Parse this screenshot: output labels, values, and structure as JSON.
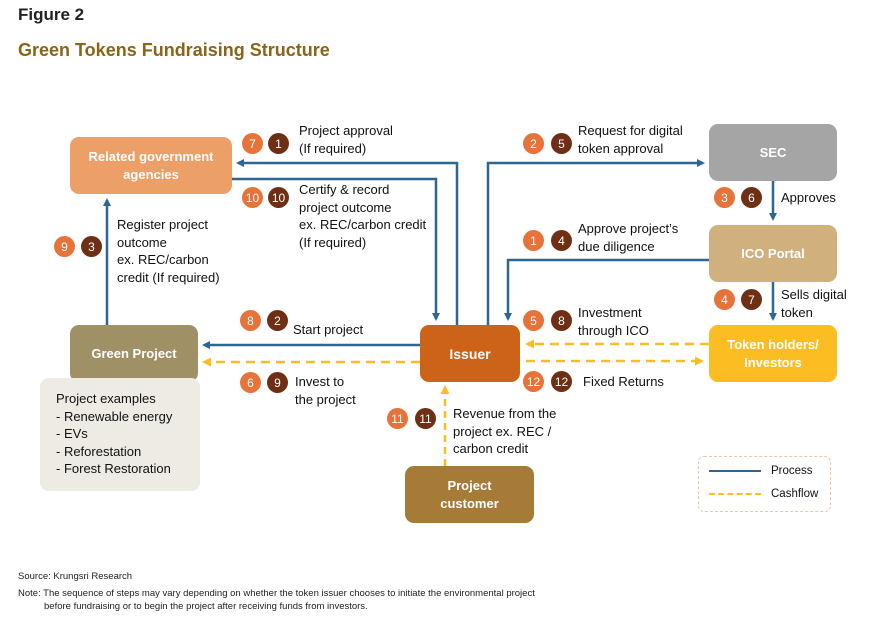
{
  "figure_label": "Figure 2",
  "title": "Green Tokens Fundraising Structure",
  "colors": {
    "process": "#2f6690",
    "cashflow": "#fbbd21",
    "badge_primary": "#e5733a",
    "badge_secondary": "#6e2f15",
    "title": "#8a6417"
  },
  "nodes": {
    "gov": "Related government agencies",
    "sec": "SEC",
    "ico": "ICO Portal",
    "token_holders": "Token holders/ Investors",
    "green_project": "Green Project",
    "issuer": "Issuer",
    "customer": "Project customer"
  },
  "project_examples": {
    "heading": "Project examples",
    "items": [
      "- Renewable energy",
      "- EVs",
      "- Reforestation",
      "- Forest Restoration"
    ]
  },
  "steps": [
    {
      "id": "project-approval",
      "badge_a": "7",
      "badge_b": "1",
      "label": [
        "Project approval",
        "(If required)"
      ],
      "type": "process"
    },
    {
      "id": "certify-record",
      "badge_a": "10",
      "badge_b": "10",
      "label": [
        "Certify & record",
        "project outcome",
        "ex. REC/carbon credit",
        "(If required)"
      ],
      "type": "process"
    },
    {
      "id": "register-outcome",
      "badge_a": "9",
      "badge_b": "3",
      "label": [
        "Register project",
        "outcome",
        "ex. REC/carbon",
        "credit (If required)"
      ],
      "type": "process"
    },
    {
      "id": "request-approval",
      "badge_a": "2",
      "badge_b": "5",
      "label": [
        "Request for digital",
        "token approval"
      ],
      "type": "process"
    },
    {
      "id": "approves",
      "badge_a": "3",
      "badge_b": "6",
      "label": [
        "Approves"
      ],
      "type": "process"
    },
    {
      "id": "due-diligence",
      "badge_a": "1",
      "badge_b": "4",
      "label": [
        "Approve project’s",
        "due diligence"
      ],
      "type": "process"
    },
    {
      "id": "sells-token",
      "badge_a": "4",
      "badge_b": "7",
      "label": [
        "Sells digital",
        "token"
      ],
      "type": "process"
    },
    {
      "id": "start-project",
      "badge_a": "8",
      "badge_b": "2",
      "label": [
        "Start project"
      ],
      "type": "process"
    },
    {
      "id": "invest-project",
      "badge_a": "6",
      "badge_b": "9",
      "label": [
        "Invest to",
        "the project"
      ],
      "type": "cashflow"
    },
    {
      "id": "investment-ico",
      "badge_a": "5",
      "badge_b": "8",
      "label": [
        "Investment",
        "through ICO"
      ],
      "type": "cashflow"
    },
    {
      "id": "fixed-returns",
      "badge_a": "12",
      "badge_b": "12",
      "label": [
        "Fixed Returns"
      ],
      "type": "cashflow"
    },
    {
      "id": "revenue",
      "badge_a": "11",
      "badge_b": "11",
      "label": [
        "Revenue from the",
        "project ex. REC /",
        "carbon credit"
      ],
      "type": "cashflow"
    }
  ],
  "legend": {
    "process": "Process",
    "cashflow": "Cashflow"
  },
  "source": "Source: Krungsri Research",
  "note_line1": "Note: The sequence of steps may vary depending on whether the token issuer chooses to initiate the environmental project",
  "note_line2": "before fundraising or to begin the project after receiving funds from investors."
}
